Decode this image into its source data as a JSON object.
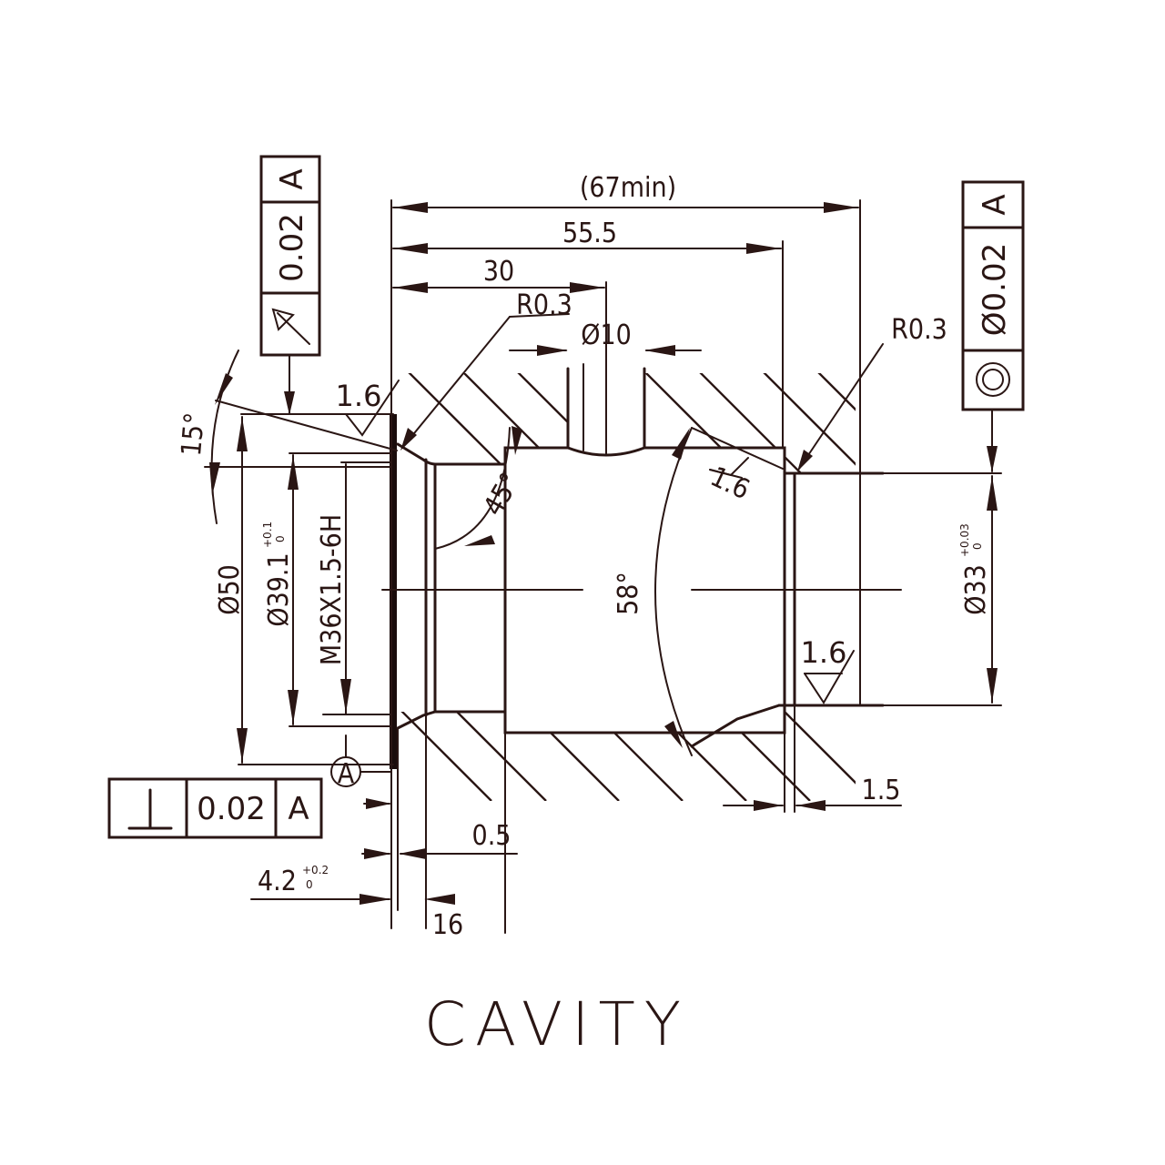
{
  "caption": "CAVITY",
  "dimensions": {
    "length_overall": "(67min)",
    "length_55": "55.5",
    "length_30": "30",
    "radius_left": "R0.3",
    "radius_right": "R0.3",
    "port_dia": "Ø10",
    "angle_15": "15°",
    "chamfer_45": "45°",
    "angle_58": "58°",
    "dia_50": "Ø50",
    "dia_39": "Ø39.1",
    "dia_39_tol_upper": "+0.1",
    "dia_39_tol_lower": "0",
    "thread": "M36X1.5-6H",
    "dia_33": "Ø33",
    "dia_33_tol_upper": "+0.03",
    "dia_33_tol_lower": "0",
    "depth_4_2": "4.2",
    "depth_4_2_tol_upper": "+0.2",
    "depth_4_2_tol_lower": "0",
    "gap_0_5": "0.5",
    "depth_16": "16",
    "step_1_5": "1.5"
  },
  "surface_finish": {
    "top_left": "1.6",
    "inner_chamfer": "1.6",
    "bottom_right": "1.6"
  },
  "frames": {
    "runout": {
      "symbol": "runout-arrow-icon",
      "tolerance": "0.02",
      "datum": "A"
    },
    "concentricity": {
      "symbol": "concentricity-icon",
      "tolerance": "Ø0.02",
      "datum": "A"
    },
    "perpendicularity": {
      "symbol": "perpendicularity-icon",
      "tolerance": "0.02",
      "datum": "A"
    }
  },
  "datum_label": "A"
}
